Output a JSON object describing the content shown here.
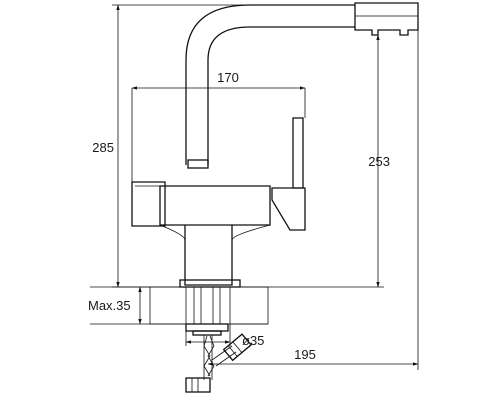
{
  "drawing": {
    "dimensions": {
      "top_width": "170",
      "total_height": "285",
      "spout_height": "253",
      "max_thickness": "Max.35",
      "hole_diameter": "ø35",
      "reach": "195"
    }
  }
}
